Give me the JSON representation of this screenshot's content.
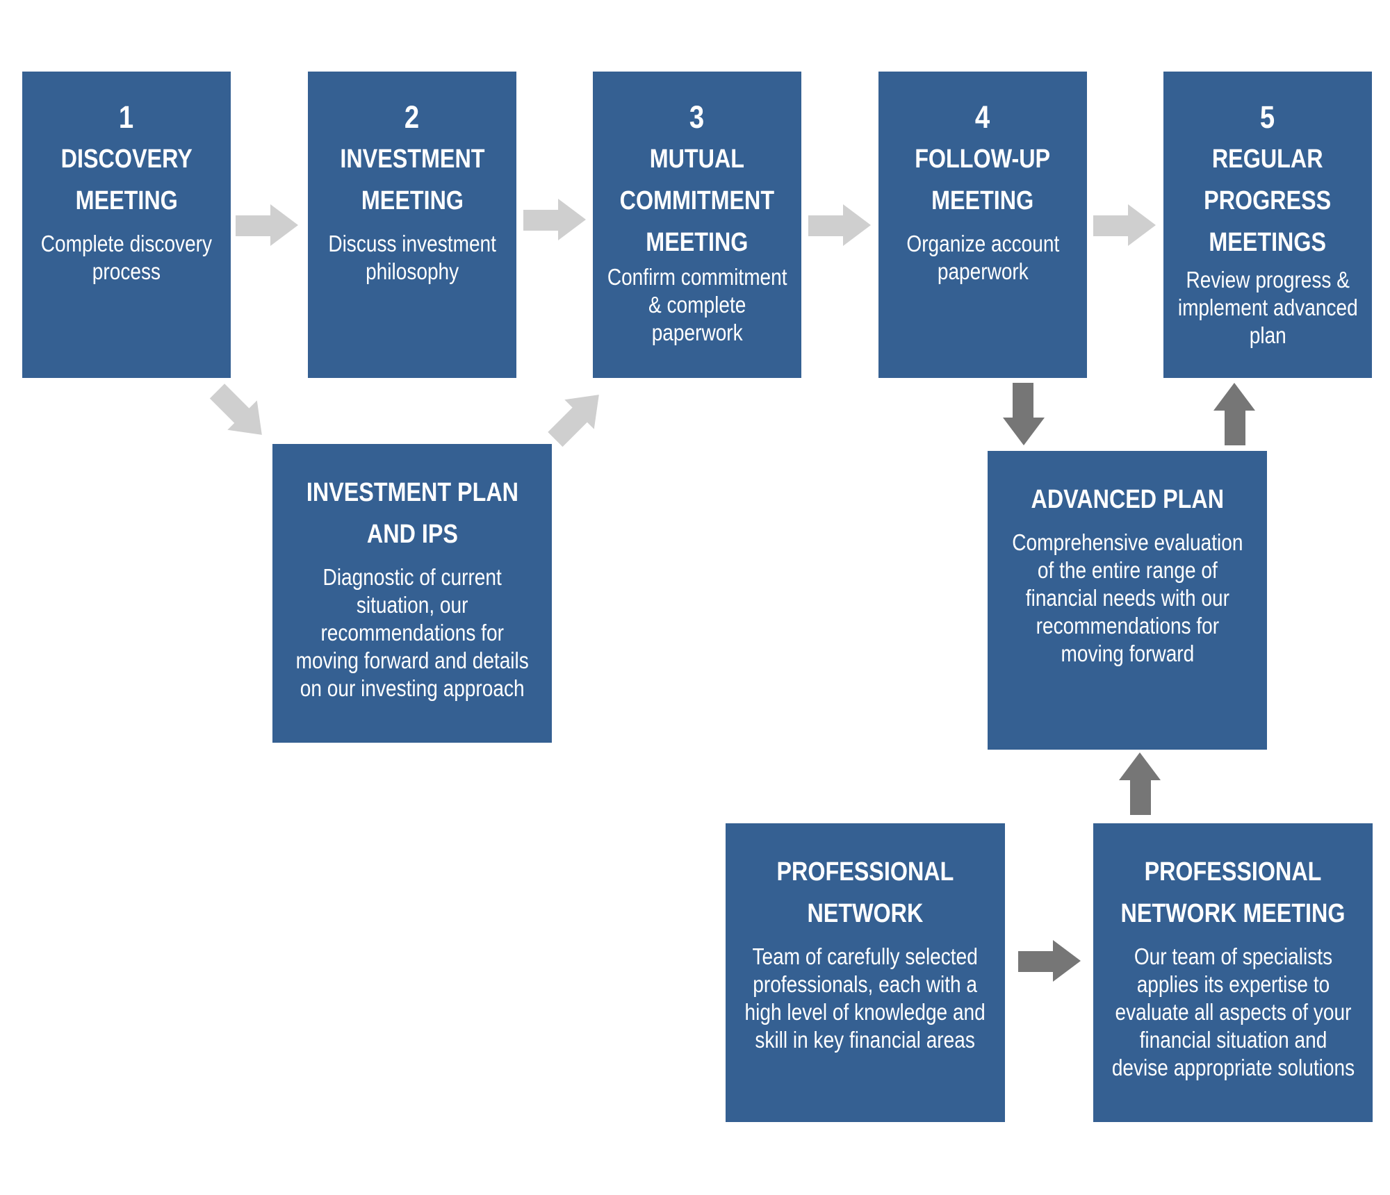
{
  "steps": [
    {
      "number": "1",
      "title": [
        "DISCOVERY",
        "MEETING"
      ],
      "desc": [
        "Complete discovery",
        "process"
      ]
    },
    {
      "number": "2",
      "title": [
        "INVESTMENT",
        "MEETING"
      ],
      "desc": [
        "Discuss investment",
        "philosophy"
      ]
    },
    {
      "number": "3",
      "title": [
        "MUTUAL",
        "COMMITMENT",
        "MEETING"
      ],
      "desc": [
        "Confirm commitment",
        "& complete",
        "paperwork"
      ]
    },
    {
      "number": "4",
      "title": [
        "FOLLOW-UP",
        "MEETING"
      ],
      "desc": [
        "Organize account",
        "paperwork"
      ]
    },
    {
      "number": "5",
      "title": [
        "REGULAR",
        "PROGRESS",
        "MEETINGS"
      ],
      "desc": [
        "Review progress &",
        "implement advanced",
        "plan"
      ]
    }
  ],
  "investment_plan": {
    "title": [
      "INVESTMENT PLAN",
      "AND IPS"
    ],
    "desc": [
      "Diagnostic of current",
      "situation, our",
      "recommendations for",
      "moving forward and details",
      "on our investing approach"
    ]
  },
  "advanced_plan": {
    "title": [
      "ADVANCED PLAN"
    ],
    "desc": [
      "Comprehensive evaluation",
      "of the entire range of",
      "financial needs with our",
      "recommendations for",
      "moving forward"
    ]
  },
  "professional_network": {
    "title": [
      "PROFESSIONAL",
      "NETWORK"
    ],
    "desc": [
      "Team of carefully selected",
      "professionals, each with a",
      "high level of knowledge and",
      "skill in key financial areas"
    ]
  },
  "professional_network_meeting": {
    "title": [
      "PROFESSIONAL",
      "NETWORK MEETING"
    ],
    "desc": [
      "Our team of specialists",
      "applies its expertise to",
      "evaluate all aspects of your",
      "financial situation and",
      "devise appropriate solutions"
    ]
  },
  "colors": {
    "box": "#356092",
    "box_text": "#ffffff",
    "light_arrow": "#cfcfcf",
    "dark_arrow": "#767676",
    "background": "#ffffff"
  }
}
